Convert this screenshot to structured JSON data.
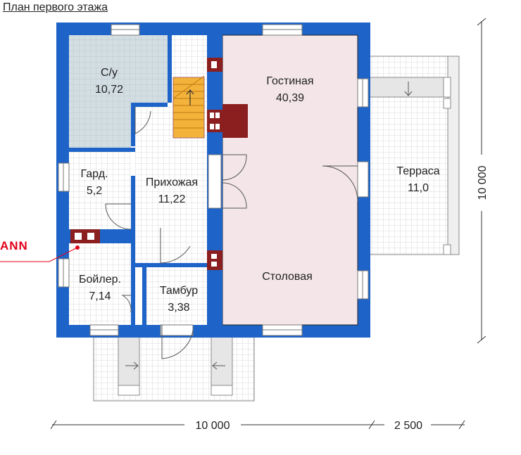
{
  "header": {
    "title": "План первого этажа"
  },
  "brand": {
    "fragment": "ANN"
  },
  "rooms": [
    {
      "id": "su",
      "name": "С/у",
      "area": "10,72"
    },
    {
      "id": "living",
      "name": "Гостиная",
      "area": "40,39"
    },
    {
      "id": "terrace",
      "name": "Терраса",
      "area": "11,0"
    },
    {
      "id": "wardrobe",
      "name": "Гард.",
      "area": "5,2"
    },
    {
      "id": "hall",
      "name": "Прихожая",
      "area": "11,22"
    },
    {
      "id": "boiler",
      "name": "Бойлер.",
      "area": "7,14"
    },
    {
      "id": "vestibule",
      "name": "Тамбур",
      "area": "3,38"
    },
    {
      "id": "dining",
      "name": "Столовая",
      "area": ""
    }
  ],
  "dimensions": {
    "width_main": "10 000",
    "width_terrace": "2 500",
    "height_main": "10 000"
  },
  "colors": {
    "wall": "#1e64c8",
    "living_fill": "#f4e6e8",
    "bath_fill": "#d2dde2",
    "stairs": "#f3b23a",
    "stove": "#8b1e1e",
    "grid": "#c8c8c8"
  }
}
